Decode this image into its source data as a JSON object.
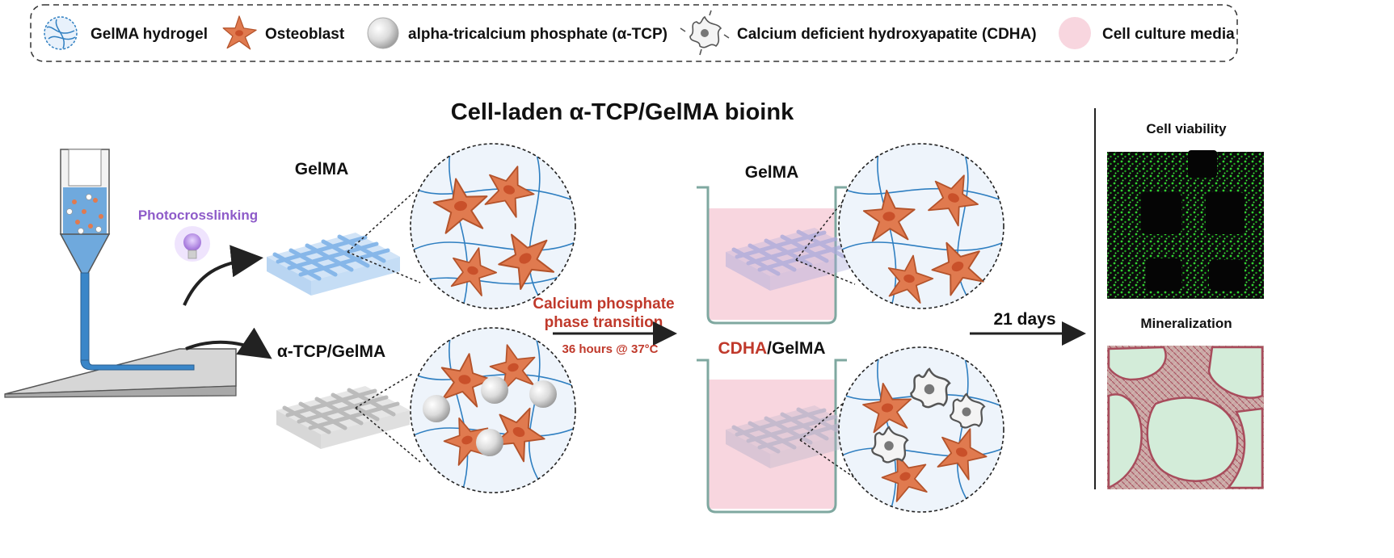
{
  "legend": {
    "items": [
      {
        "icon": "gelma-hydrogel-icon",
        "label": "GelMA hydrogel"
      },
      {
        "icon": "osteoblast-icon",
        "label": "Osteoblast"
      },
      {
        "icon": "alpha-tcp-sphere-icon",
        "label": "alpha-tricalcium phosphate (α-TCP)"
      },
      {
        "icon": "cdha-crystal-icon",
        "label": "Calcium deficient hydroxyapatite (CDHA)"
      },
      {
        "icon": "culture-media-icon",
        "label": "Cell culture media"
      }
    ]
  },
  "title": "Cell-laden α-TCP/GelMA bioink",
  "printing": {
    "photocrosslinking": "Photocrosslinking",
    "scaffold_top": "GelMA",
    "scaffold_bottom": "α-TCP/GelMA"
  },
  "transition": {
    "line1": "Calcium phosphate",
    "line2": "phase transition",
    "condition": "36 hours @ 37°C"
  },
  "culture": {
    "top_label": "GelMA",
    "bottom_label_highlight": "CDHA",
    "bottom_label_rest": "/GelMA"
  },
  "duration": "21 days",
  "results": {
    "viability": "Cell viability",
    "mineralization": "Mineralization"
  },
  "colors": {
    "accent_red": "#c0392b",
    "photo_purple": "#8e5bc9",
    "hydrogel_blue": "#2f7fc1",
    "osteoblast_orange": "#e07a4f",
    "media_pink": "#f8d6df",
    "viability_green": "#39d03a",
    "mineral_red": "#b5485a",
    "mineral_bg": "#d3ecd9"
  }
}
